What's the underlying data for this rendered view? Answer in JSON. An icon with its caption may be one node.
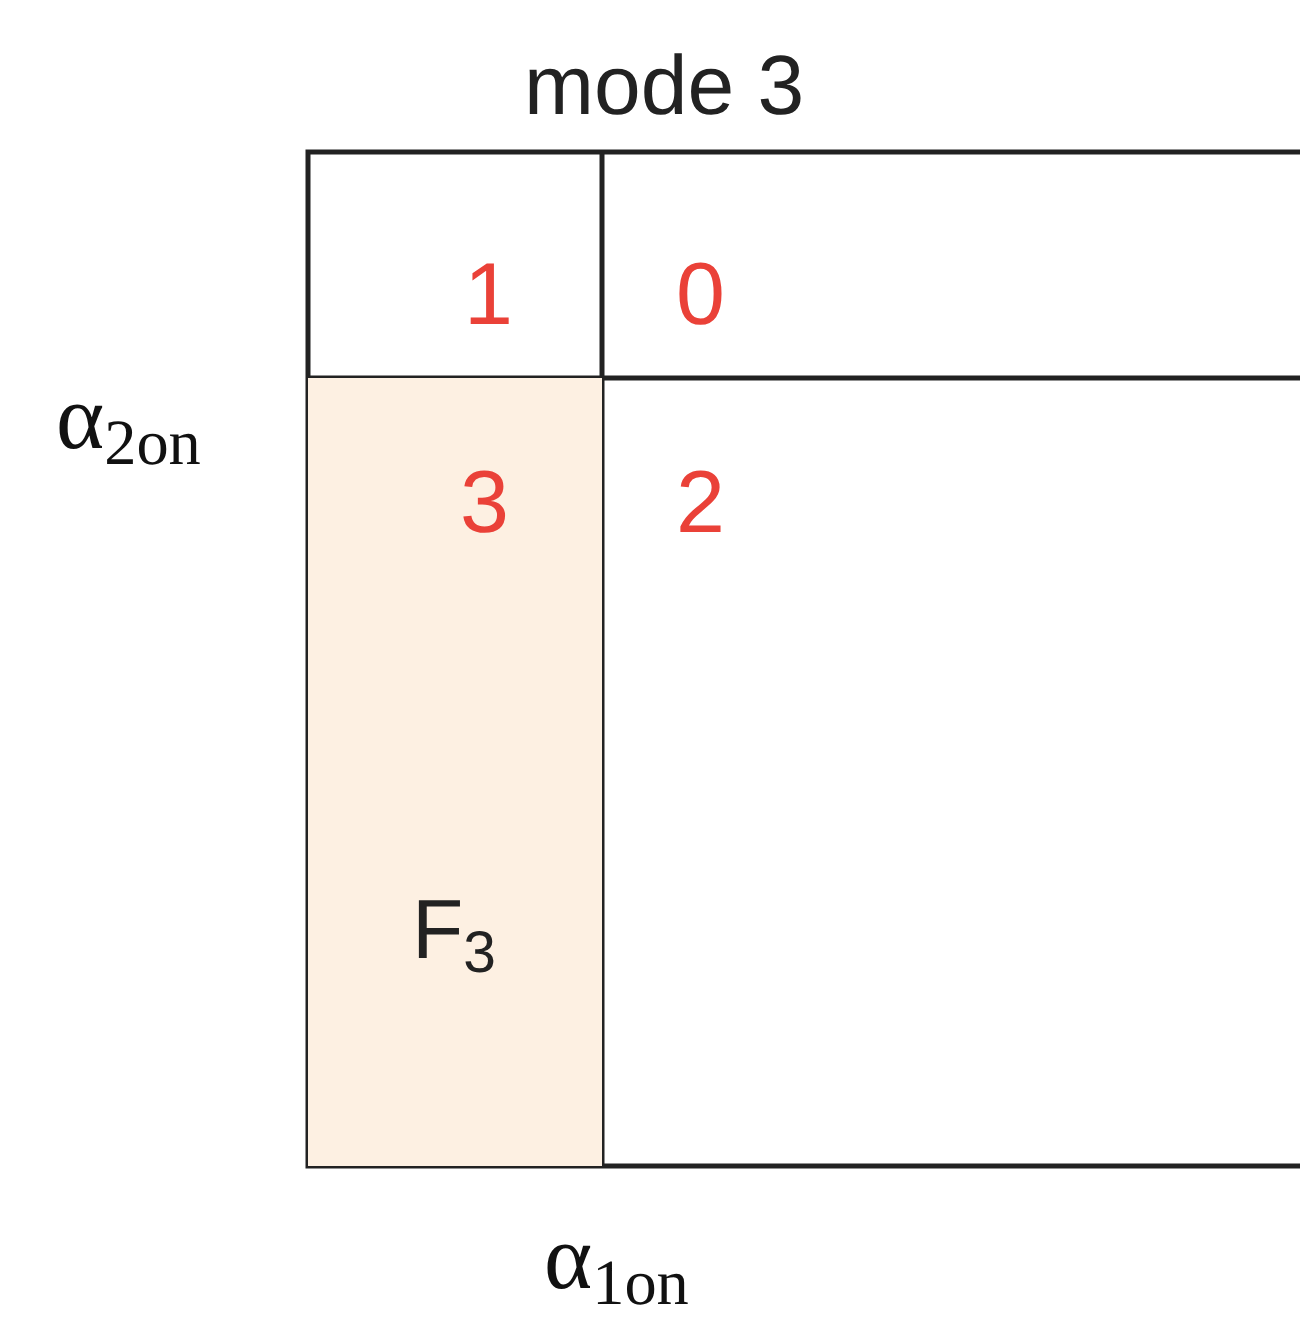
{
  "diagram": {
    "title": "mode 3",
    "nodes": [
      {
        "text": [
          "F$_{3}$"
        ]
      }
    ],
    "labels": [
      "1",
      "0",
      "α$_{2on}$",
      "3",
      "2",
      "α$_{1on}$"
    ]
  }
}
